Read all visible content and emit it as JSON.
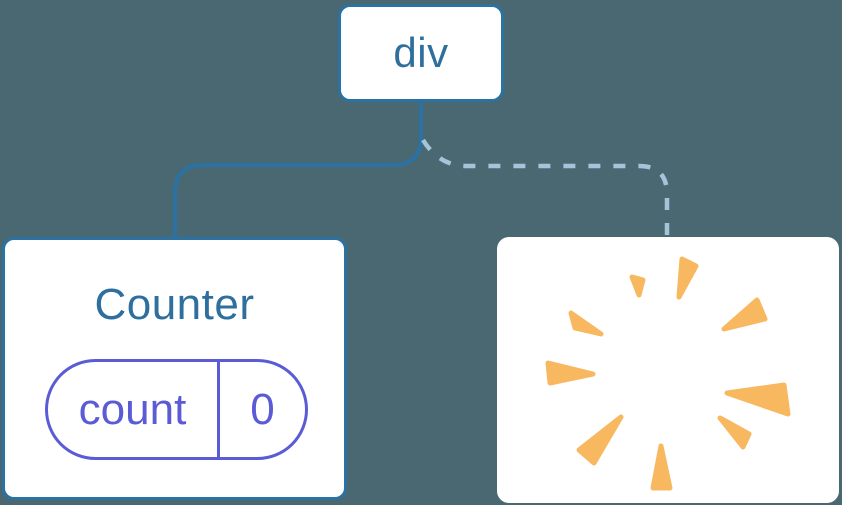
{
  "diagram": {
    "description": "React component tree diagram: a div parent keeps Counter (with state) on the left branch while the right branch component is removed (poof)",
    "root_node": {
      "label": "div"
    },
    "left_child": {
      "title": "Counter",
      "state": {
        "key": "count",
        "value": "0"
      }
    },
    "right_child": {
      "icon": "poof-icon",
      "meaning": "component removed / unmounted"
    },
    "connectors": {
      "left_branch_style": "solid",
      "right_branch_style": "dashed"
    },
    "colors": {
      "background": "#4a6872",
      "node_fill": "#ffffff",
      "node_border": "#2b71a2",
      "node_text": "#2f6f9d",
      "solid_connector": "#2b71a2",
      "dashed_connector": "#a5c4da",
      "state_accent": "#5b5bd6",
      "poof_orange": "#f8b860"
    }
  }
}
